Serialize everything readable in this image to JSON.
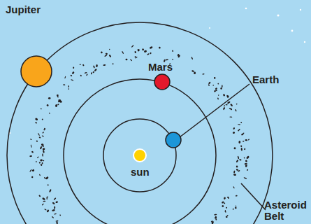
{
  "diagram": {
    "labels": [
      "Jupiter",
      "Mars",
      "Earth",
      "sun",
      "Asteroid Belt"
    ]
  }
}
